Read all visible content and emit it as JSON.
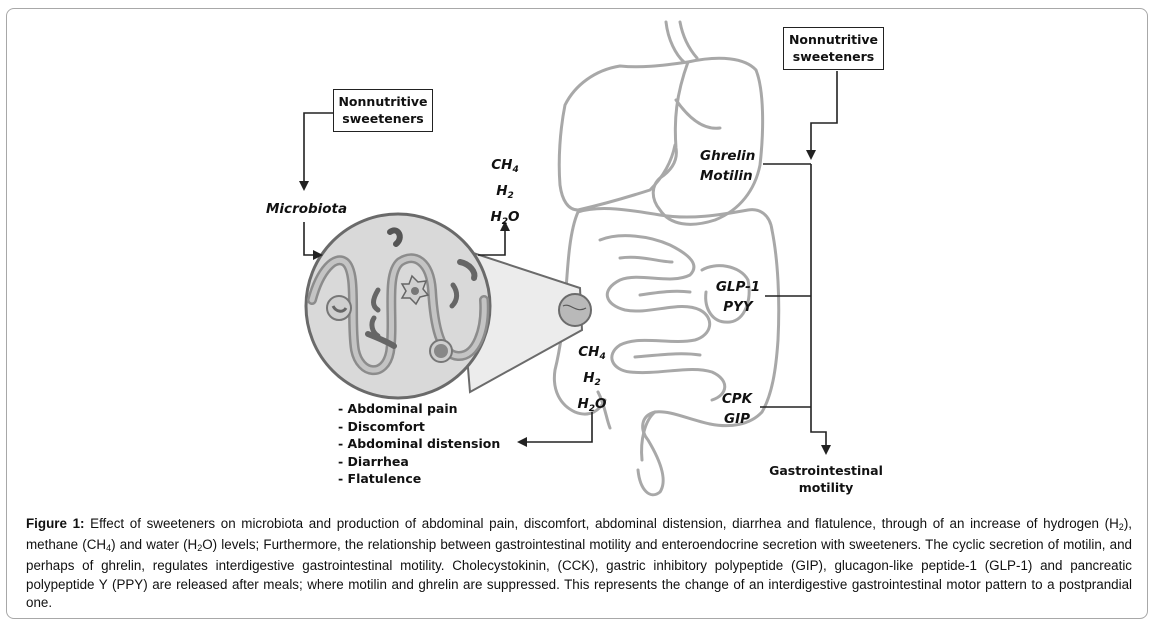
{
  "figure": {
    "boxes": {
      "left_source": [
        "Nonnutritive",
        "sweeteners"
      ],
      "right_source": [
        "Nonnutritive",
        "sweeteners"
      ]
    },
    "labels": {
      "microbiota": "Microbiota",
      "gases_top": [
        "CH",
        "4",
        "H",
        "2",
        "H",
        "2",
        "O"
      ],
      "gases_bottom": [
        "CH",
        "4",
        "H",
        "2",
        "H",
        "2",
        "O"
      ],
      "ghrelin": "Ghrelin",
      "motilin": "Motilin",
      "glp1": "GLP-1",
      "pyy": "PYY",
      "cpk": "CPK",
      "gip": "GIP",
      "gi_motility": [
        "Gastrointestinal",
        "motility"
      ]
    },
    "symptoms": [
      "- Abdominal pain",
      "- Discomfort",
      "- Abdominal distension",
      "- Diarrhea",
      "- Flatulence"
    ],
    "icons": {
      "microbiota_zoom": "magnified-intestinal-lumen-icon",
      "digestive_tract": "digestive-system-illustration",
      "arrow": "arrow-head-icon"
    },
    "colors": {
      "line": "#222222",
      "organ_outline": "#a8a8a8",
      "lens_fill": "#d7d7d7",
      "villi_fill": "#b8b8b8"
    }
  },
  "caption": {
    "label": "Figure 1:",
    "parts": {
      "p1": " Effect of sweeteners on microbiota and production of abdominal pain, discomfort, abdominal distension, diarrhea and flatulence, through of an increase of hydrogen (H",
      "s1": "2",
      "p2": "), methane (CH",
      "s2": "4",
      "p3": ") and water (H",
      "s3": "2",
      "p4": "O) levels; Furthermore, the relationship between gastrointestinal motility and enteroendocrine secretion with sweeteners. The cyclic secretion of motilin, and perhaps of ghrelin, regulates interdigestive gastrointestinal motility. Cholecystokinin, (CCK), gastric inhibitory polypeptide (GIP), glucagon-like peptide-1 (GLP-1) and pancreatic polypeptide Y (PPY) are released after meals; where motilin and ghrelin are suppressed. This represents the change of an interdigestive gastrointestinal motor pattern to a postprandial one."
    }
  }
}
